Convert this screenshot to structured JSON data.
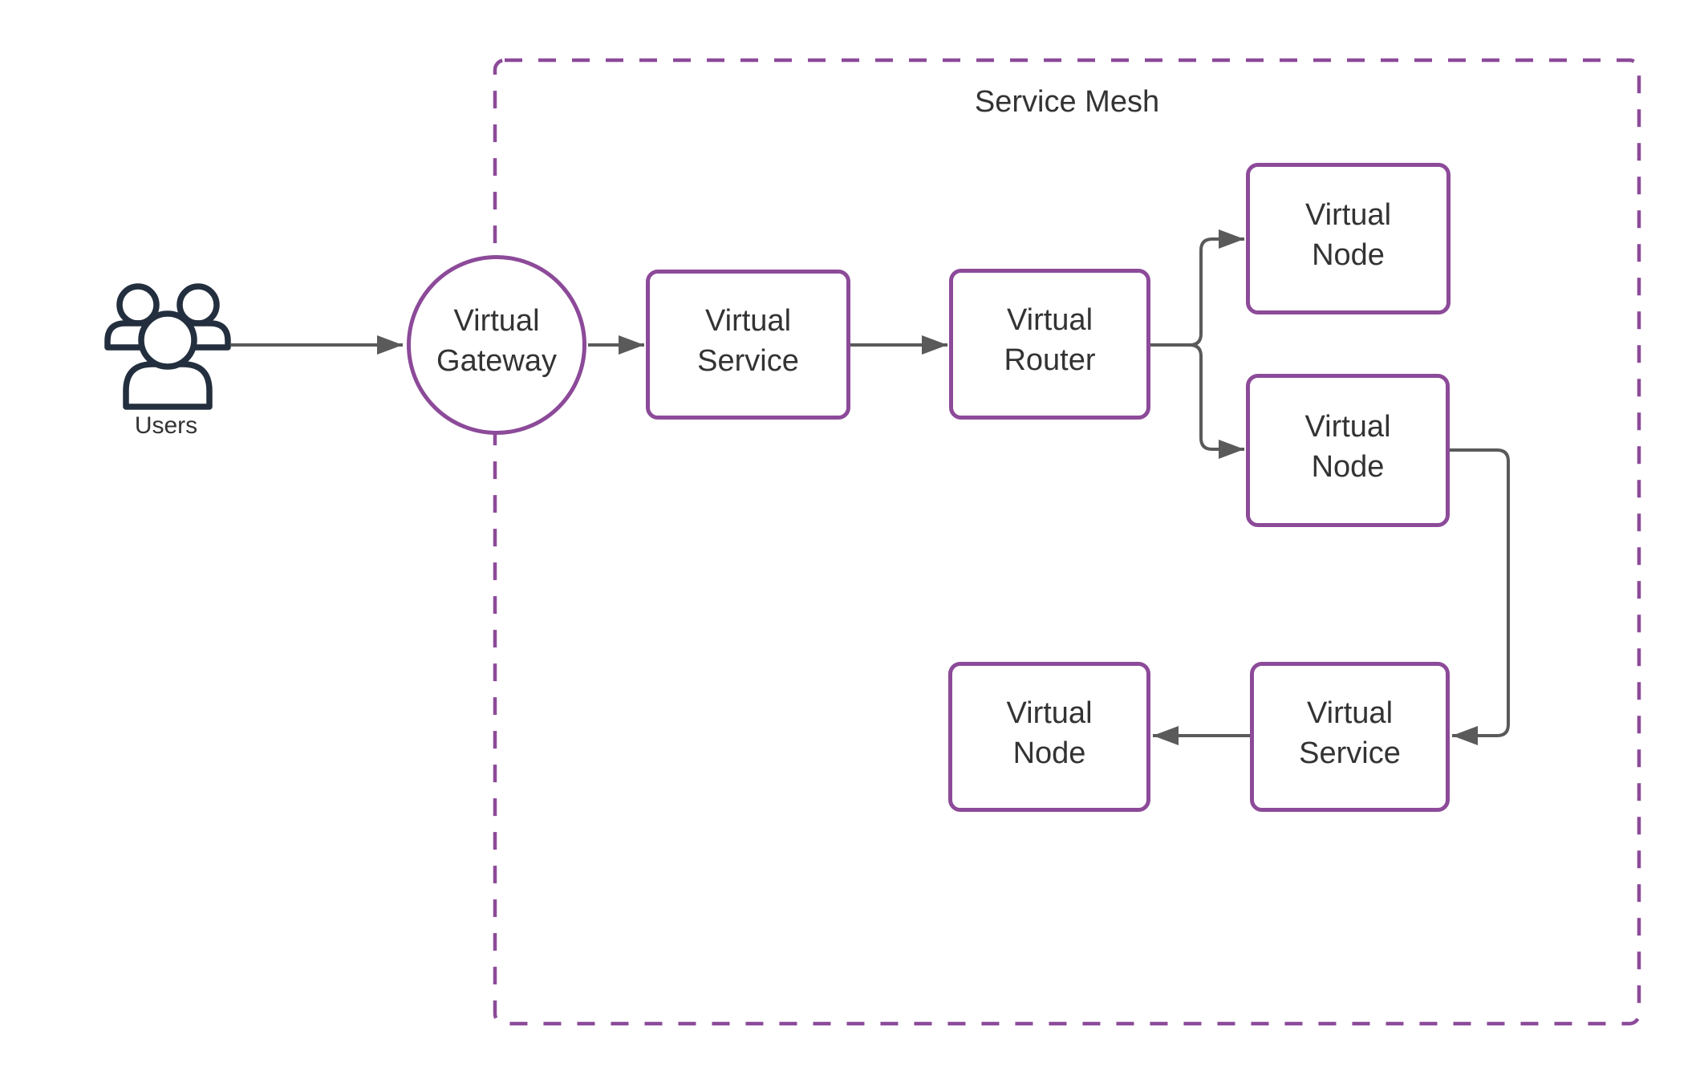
{
  "diagram": {
    "container_label": "Service Mesh",
    "users": {
      "label": "Users",
      "icon": "users-group-icon"
    },
    "nodes": {
      "virtual_gateway": {
        "label": "Virtual\nGateway"
      },
      "virtual_service_1": {
        "label": "Virtual\nService"
      },
      "virtual_router": {
        "label": "Virtual\nRouter"
      },
      "virtual_node_top": {
        "label": "Virtual\nNode"
      },
      "virtual_node_middle": {
        "label": "Virtual\nNode"
      },
      "virtual_node_bottom": {
        "label": "Virtual\nNode"
      },
      "virtual_service_2": {
        "label": "Virtual\nService"
      }
    },
    "edges": [
      {
        "from": "users",
        "to": "virtual_gateway"
      },
      {
        "from": "virtual_gateway",
        "to": "virtual_service_1"
      },
      {
        "from": "virtual_service_1",
        "to": "virtual_router"
      },
      {
        "from": "virtual_router",
        "to": "virtual_node_top"
      },
      {
        "from": "virtual_router",
        "to": "virtual_node_middle"
      },
      {
        "from": "virtual_node_middle",
        "to": "virtual_service_2"
      },
      {
        "from": "virtual_service_2",
        "to": "virtual_node_bottom"
      }
    ],
    "colors": {
      "shape_border": "#8c4a99",
      "mesh_border": "#8c4a99",
      "connector": "#5a5a5a",
      "text": "#333333",
      "users_icon": "#232f3e",
      "background": "#ffffff"
    }
  }
}
